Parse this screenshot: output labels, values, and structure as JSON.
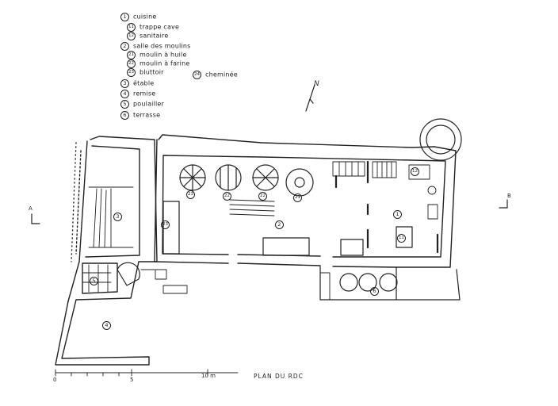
{
  "legend": [
    {
      "num": "1",
      "text": "cuisine"
    },
    {
      "num": "11",
      "text": "trappe cave"
    },
    {
      "num": "12",
      "text": "sanitaire"
    },
    {
      "num": "2",
      "text": "salle des moulins"
    },
    {
      "num": "21",
      "text": "moulin à huile"
    },
    {
      "num": "22",
      "text": "moulin à farine"
    },
    {
      "num": "23",
      "text": "bluttoir"
    },
    {
      "num": "24",
      "text": "cheminée"
    },
    {
      "num": "3",
      "text": "étable"
    },
    {
      "num": "4",
      "text": "remise"
    },
    {
      "num": "5",
      "text": "poulailler"
    },
    {
      "num": "6",
      "text": "terrasse"
    }
  ],
  "north_label": "N",
  "section_marks": {
    "left": "A",
    "right": "B"
  },
  "scale_bar": {
    "ticks": [
      "0",
      "5",
      "10 m"
    ]
  },
  "plan_title": "PLAN DU RDC",
  "room_labels": {
    "r1": "1",
    "r11": "11",
    "r12": "12",
    "r2": "2",
    "r21": "21",
    "r22a": "22",
    "r22b": "22",
    "r23a": "23",
    "r23b": "23",
    "r3": "3",
    "r4": "4",
    "r5": "5",
    "r6": "6"
  },
  "colors": {
    "ink": "#222222",
    "paper": "#ffffff"
  }
}
